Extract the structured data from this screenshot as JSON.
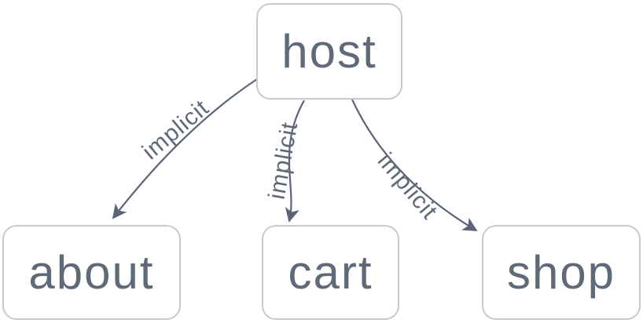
{
  "diagram": {
    "type": "graph",
    "background_color": "#ffffff",
    "node_fill_color": "#ffffff",
    "node_border_color": "#c8c9cc",
    "node_text_color": "#5f6977",
    "edge_color": "#5b6577",
    "edge_label_color": "#5f6977",
    "nodes": [
      {
        "id": "host",
        "label": "host"
      },
      {
        "id": "about",
        "label": "about"
      },
      {
        "id": "cart",
        "label": "cart"
      },
      {
        "id": "shop",
        "label": "shop"
      }
    ],
    "edges": [
      {
        "from": "host",
        "to": "about",
        "label": "implicit",
        "arrow": "to"
      },
      {
        "from": "host",
        "to": "cart",
        "label": "implicit",
        "arrow": "to"
      },
      {
        "from": "host",
        "to": "shop",
        "label": "implicit",
        "arrow": "to"
      }
    ]
  }
}
